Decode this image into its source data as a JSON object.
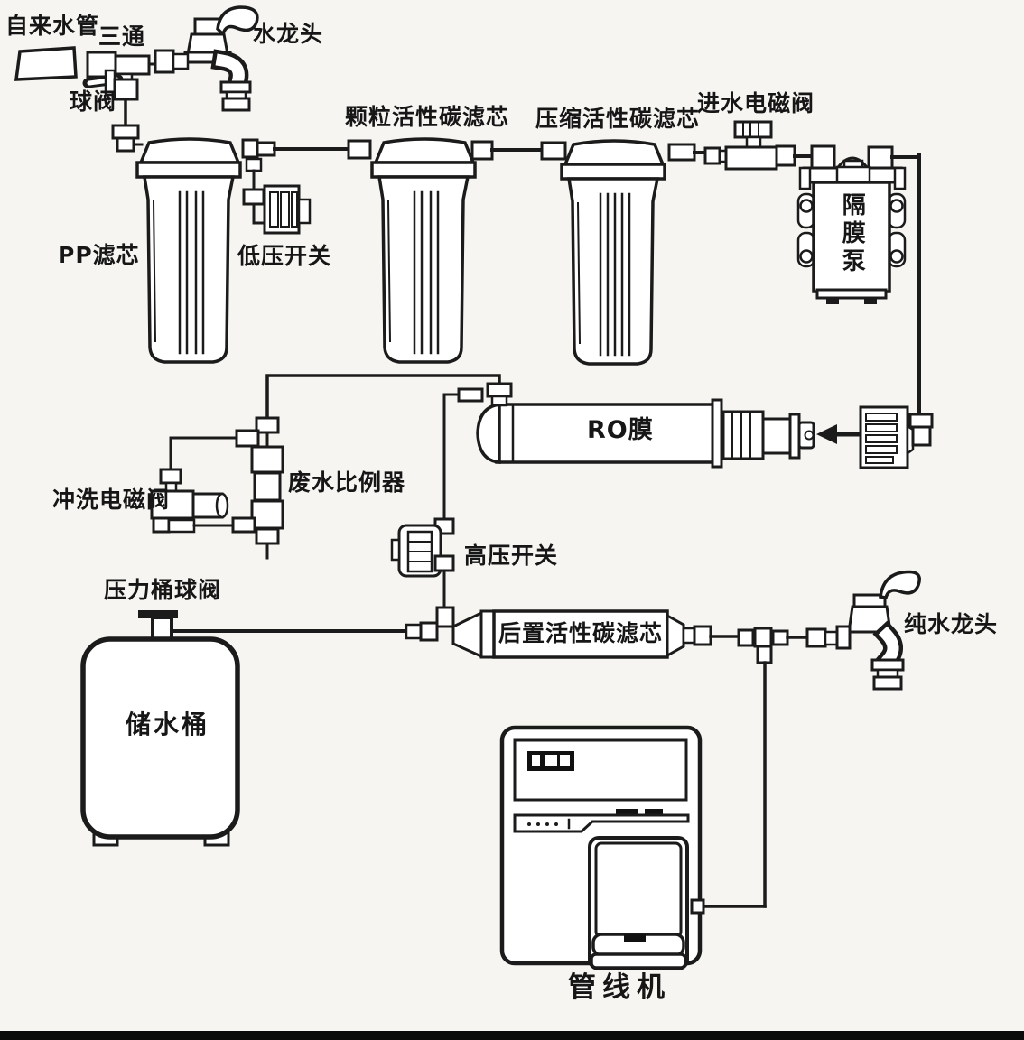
{
  "meta": {
    "background_color": "#f6f5f2",
    "ink_color": "#1b1b1b",
    "bottom_bar_color": "#0b0b0b",
    "diagram_type": "RO water purifier plumbing schematic"
  },
  "labels": {
    "tap_water_pipe": "自来水管",
    "tee_fitting": "三通",
    "tap_faucet": "水龙头",
    "ball_valve": "球阀",
    "pp_filter": "PP滤芯",
    "low_pressure_switch": "低压开关",
    "granular_carbon_filter": "颗粒活性碳滤芯",
    "compressed_carbon_filter": "压缩活性碳滤芯",
    "inlet_solenoid_valve": "进水电磁阀",
    "diaphragm_pump": "隔膜泵",
    "ro_membrane": "RO膜",
    "waste_ratio_valve": "废水比例器",
    "flush_solenoid_valve": "冲洗电磁阀",
    "high_pressure_switch": "高压开关",
    "pressure_tank_ball_valve": "压力桶球阀",
    "storage_tank": "储水桶",
    "post_carbon_filter": "后置活性碳滤芯",
    "pure_water_faucet": "纯水龙头",
    "pipeline_machine": "管线机"
  }
}
